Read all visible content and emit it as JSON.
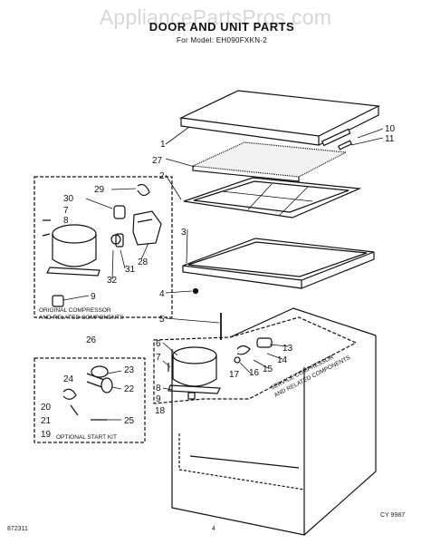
{
  "watermark": "AppliancePartsPros.com",
  "title": "DOOR AND UNIT PARTS",
  "subtitle": "For Model: EH090FXKN-2",
  "callouts": [
    "1",
    "2",
    "3",
    "4",
    "5",
    "6",
    "7",
    "8",
    "9",
    "10",
    "11",
    "13",
    "14",
    "15",
    "16",
    "17",
    "18",
    "19",
    "20",
    "21",
    "22",
    "23",
    "24",
    "25",
    "26",
    "27",
    "28",
    "29",
    "30",
    "31",
    "32"
  ],
  "box_original": {
    "line1": "ORIGINAL COMPRESSOR",
    "line2": "AND RELATED COMPONENTS"
  },
  "box_start_kit": "OPTIONAL START KIT",
  "box_service": {
    "line1": "SERVICE COMPRESSOR",
    "line2": "AND RELATED COMPONENTS"
  },
  "footer": {
    "left": "872311",
    "center": "4",
    "right": "CY 9987"
  }
}
